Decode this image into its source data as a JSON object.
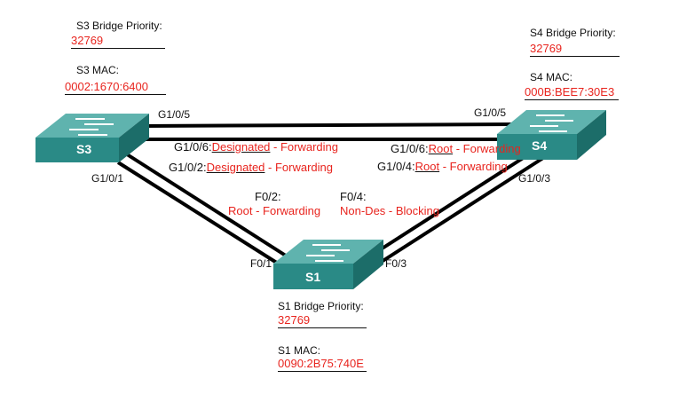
{
  "switches": {
    "s3": {
      "name": "S3",
      "priority_label": "S3 Bridge Priority:",
      "priority_value": "32769",
      "mac_label": "S3 MAC:",
      "mac_value": "0002:1670:6400"
    },
    "s4": {
      "name": "S4",
      "priority_label": "S4 Bridge Priority:",
      "priority_value": "32769",
      "mac_label": "S4 MAC:",
      "mac_value": "000B:BEE7:30E3"
    },
    "s1": {
      "name": "S1",
      "priority_label": "S1 Bridge Priority:",
      "priority_value": "32769",
      "mac_label": "S1 MAC:",
      "mac_value": "0090:2B75:740E"
    }
  },
  "ports": {
    "s3_g105": "G1/0/5",
    "s4_g105": "G1/0/5",
    "s3_g101": "G1/0/1",
    "s4_g103": "G1/0/3",
    "s1_f01": "F0/1",
    "s1_f03": "F0/3"
  },
  "port_status": {
    "s3_g106": {
      "port": "G1/0/6:",
      "role": "Designated",
      "sep": " - ",
      "state": "Forwarding"
    },
    "s3_g102": {
      "port": "G1/0/2:",
      "role": "Designated",
      "sep": " - ",
      "state": "Forwarding"
    },
    "s4_g106": {
      "port": "G1/0/6:",
      "role": "Root",
      "sep": " - ",
      "state": "Forwarding"
    },
    "s4_g104": {
      "port": "G1/0/4:",
      "role": "Root",
      "sep": " - ",
      "state": "Forwarding"
    },
    "s1_f02": {
      "port": "F0/2:",
      "role": "Root",
      "sep": " - ",
      "state": "Forwarding"
    },
    "s1_f04": {
      "port": "F0/4:",
      "role": "Non-Des",
      "sep": " - ",
      "state": "Blocking"
    }
  },
  "colors": {
    "switch_top": "#5fb3ae",
    "switch_front": "#2a8a86",
    "switch_side": "#1c6d69",
    "annotation_red": "#e8241e",
    "link": "#000000"
  }
}
